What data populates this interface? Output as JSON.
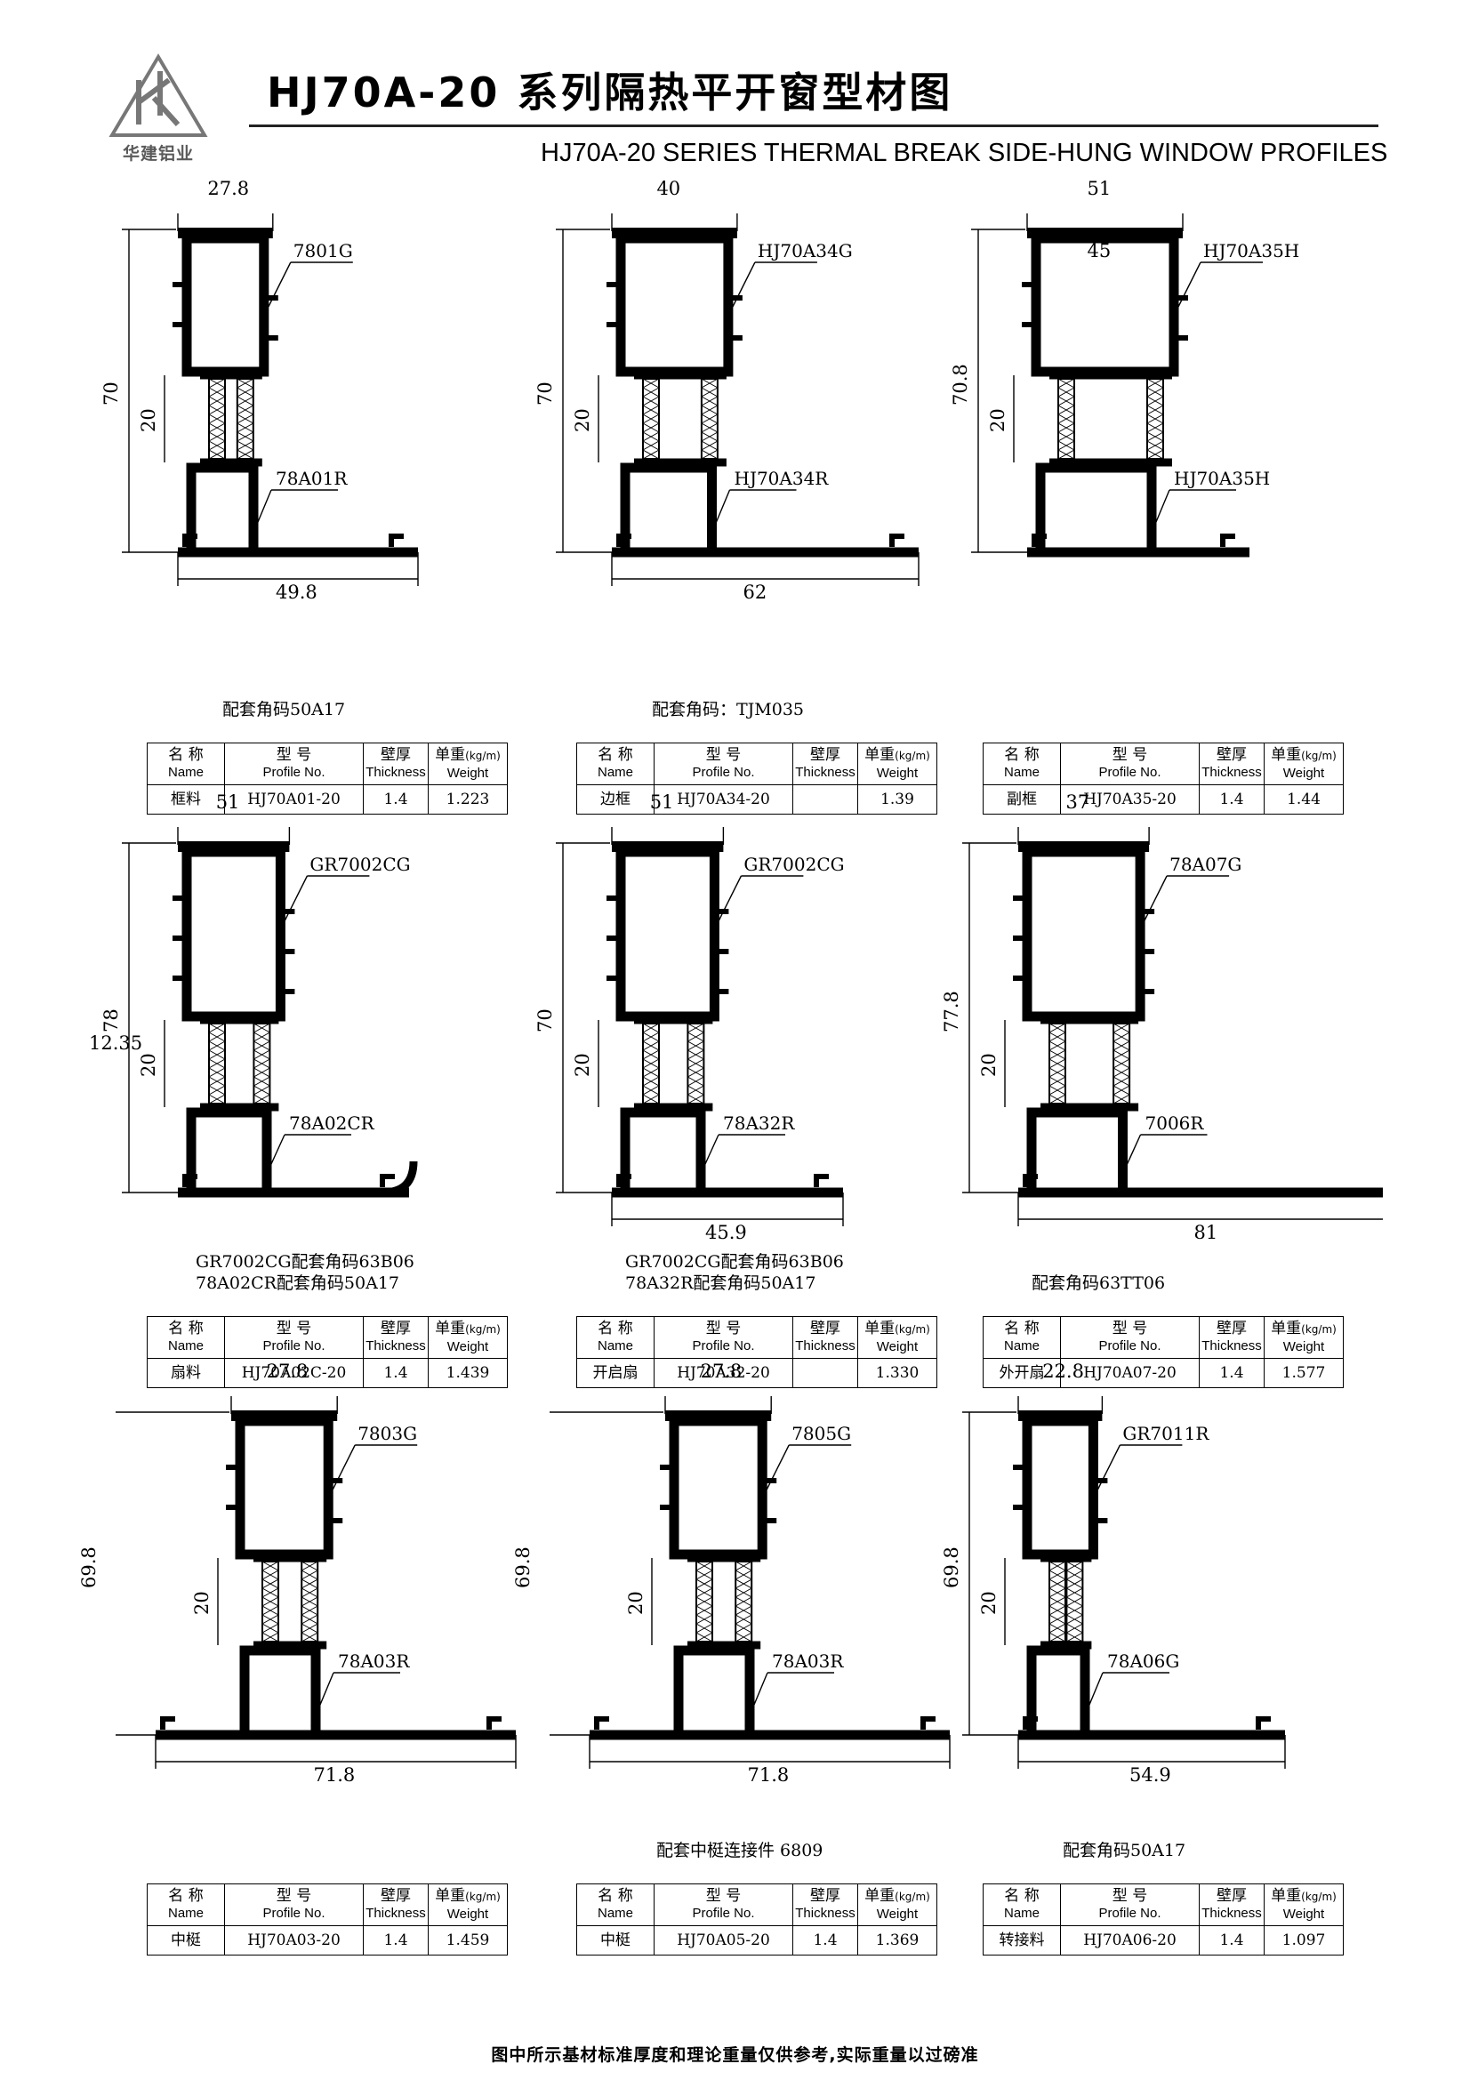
{
  "header": {
    "brand": "华建铝业",
    "title_cn": "HJ70A-20 系列隔热平开窗型材图",
    "title_en": "HJ70A-20 SERIES THERMAL BREAK SIDE-HUNG WINDOW PROFILES"
  },
  "table_headers": {
    "name_cn": "名 称",
    "name_en": "Name",
    "profile_cn": "型 号",
    "profile_en": "Profile No.",
    "thickness_cn": "壁厚",
    "thickness_en": "Thickness",
    "weight_cn": "单重",
    "weight_unit": "(kg/m)",
    "weight_en": "Weight"
  },
  "profiles": [
    {
      "name": "框料",
      "profile_no": "HJ70A01-20",
      "thickness": "1.4",
      "weight": "1.223",
      "dims": {
        "top": "27.8",
        "bottom": "49.8",
        "height": "70",
        "gap": "20"
      },
      "parts": [
        "7801G",
        "78A01R"
      ],
      "notes": [
        "配套角码50A17"
      ]
    },
    {
      "name": "边框",
      "profile_no": "HJ70A34-20",
      "thickness": "",
      "weight": "1.39",
      "dims": {
        "top": "40",
        "bottom": "62",
        "height": "70",
        "gap": "20"
      },
      "parts": [
        "HJ70A34G",
        "HJ70A34R"
      ],
      "notes": [
        "配套角码：TJM035"
      ]
    },
    {
      "name": "副框",
      "profile_no": "HJ70A35-20",
      "thickness": "1.4",
      "weight": "1.44",
      "dims": {
        "top": "51",
        "top2": "45",
        "height": "70.8",
        "gap": "20"
      },
      "parts": [
        "HJ70A35H",
        "HJ70A35H"
      ],
      "notes": []
    },
    {
      "name": "扇料",
      "profile_no": "HJ70A02C-20",
      "thickness": "1.4",
      "weight": "1.439",
      "dims": {
        "top": "51",
        "height": "78",
        "gap": "20",
        "side": "12.35"
      },
      "parts": [
        "GR7002CG",
        "78A02CR"
      ],
      "notes": [
        "GR7002CG配套角码63B06",
        "78A02CR配套角码50A17"
      ]
    },
    {
      "name": "开启扇",
      "profile_no": "HJ70A32-20",
      "thickness": "",
      "weight": "1.330",
      "dims": {
        "top": "51",
        "bottom": "45.9",
        "height": "70",
        "gap": "20"
      },
      "parts": [
        "GR7002CG",
        "78A32R"
      ],
      "notes": [
        "GR7002CG配套角码63B06",
        "78A32R配套角码50A17"
      ]
    },
    {
      "name": "外开扇",
      "profile_no": "HJ70A07-20",
      "thickness": "1.4",
      "weight": "1.577",
      "dims": {
        "top": "37",
        "bottom": "81",
        "height": "77.8",
        "gap": "20"
      },
      "parts": [
        "78A07G",
        "7006R"
      ],
      "notes": [
        "配套角码63TT06"
      ]
    },
    {
      "name": "中梃",
      "profile_no": "HJ70A03-20",
      "thickness": "1.4",
      "weight": "1.459",
      "dims": {
        "top": "27.8",
        "bottom": "71.8",
        "height": "69.8",
        "gap": "20"
      },
      "parts": [
        "7803G",
        "78A03R"
      ],
      "notes": []
    },
    {
      "name": "中梃",
      "profile_no": "HJ70A05-20",
      "thickness": "1.4",
      "weight": "1.369",
      "dims": {
        "top": "27.8",
        "bottom": "71.8",
        "height": "69.8",
        "gap": "20"
      },
      "parts": [
        "7805G",
        "78A03R"
      ],
      "notes": [
        "配套中梃连接件 6809"
      ]
    },
    {
      "name": "转接料",
      "profile_no": "HJ70A06-20",
      "thickness": "1.4",
      "weight": "1.097",
      "dims": {
        "top": "22.8",
        "bottom": "54.9",
        "height": "69.8",
        "gap": "20"
      },
      "parts": [
        "GR7011R",
        "78A06G"
      ],
      "notes": [
        "配套角码50A17"
      ]
    }
  ],
  "footer": "图中所示基材标准厚度和理论重量仅供参考,实际重量以过磅准"
}
